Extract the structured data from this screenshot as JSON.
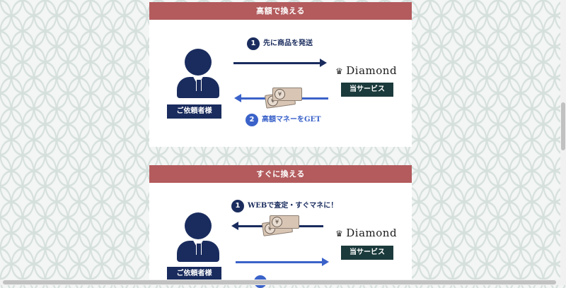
{
  "sections": [
    {
      "header": "高額で換える",
      "client_label": "ご依頼者様",
      "brand": "Diamond",
      "service_label": "当サービス",
      "step1": {
        "number": "1",
        "text": "先に商品を発送"
      },
      "step2": {
        "number": "2",
        "text": "高額マネーをGET"
      }
    },
    {
      "header": "すぐに換える",
      "client_label": "ご依頼者様",
      "brand": "Diamond",
      "service_label": "当サービス",
      "step1": {
        "number": "1",
        "text": "WEBで査定・すぐマネに！"
      }
    }
  ],
  "icons": {
    "brand": "crown-icon",
    "client": "person-icon",
    "money": "banknote-icon",
    "money_symbol": "¥"
  },
  "colors": {
    "header": "#b35b5d",
    "navy": "#1a2c5e",
    "blue": "#3a62c9",
    "service": "#1b3a3b",
    "pattern": "#d5dfdc"
  }
}
